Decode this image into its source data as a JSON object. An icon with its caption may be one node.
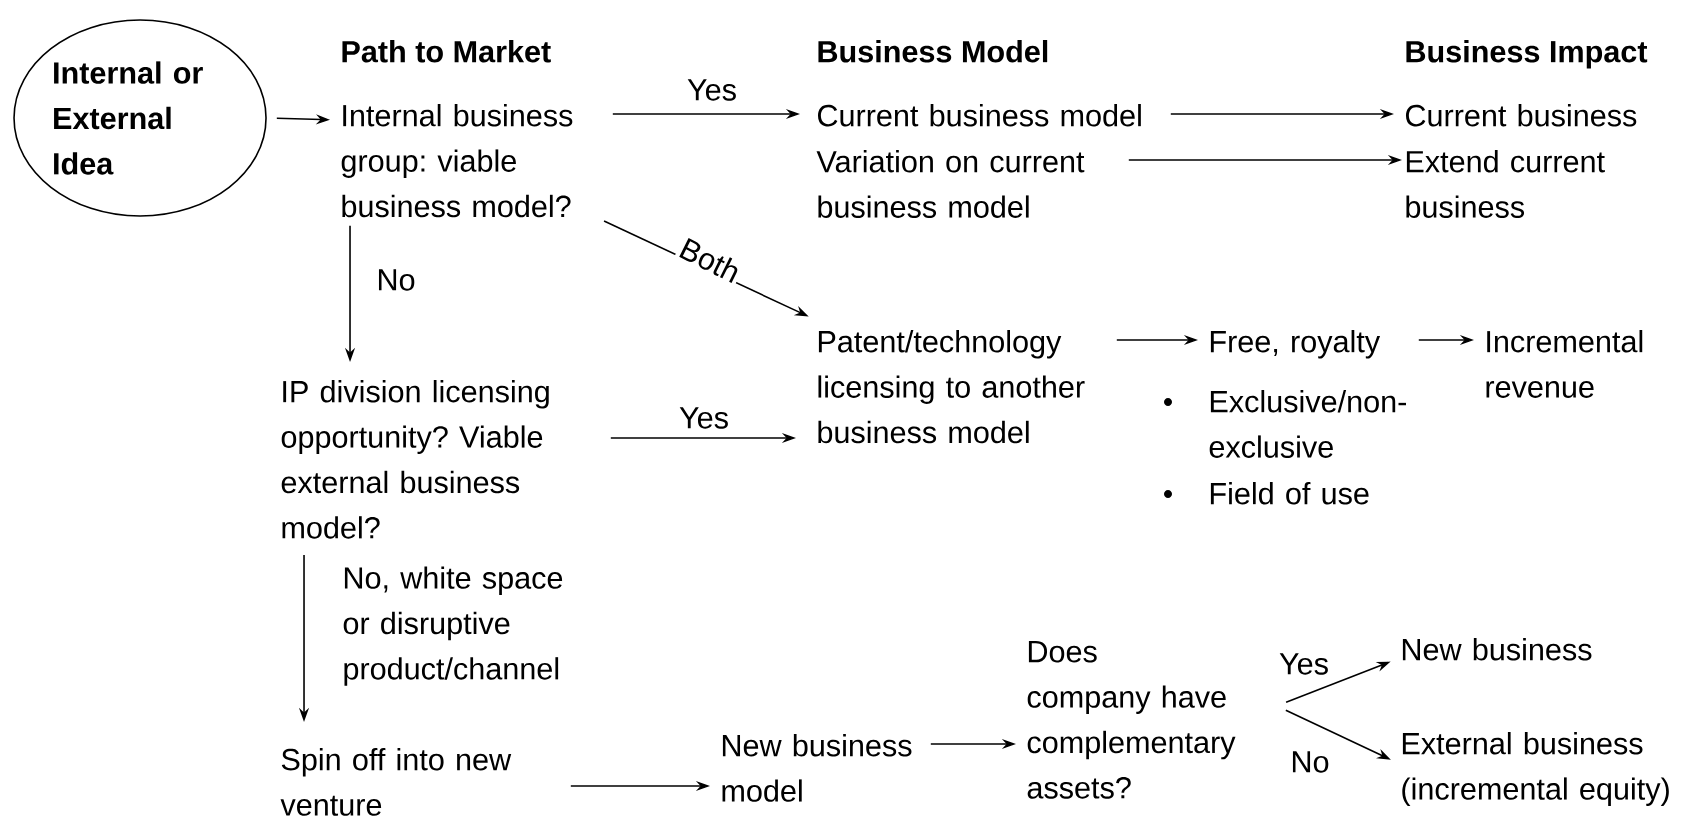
{
  "diagram": {
    "nodes": [
      {
        "text": [
          "Internal or External Idea"
        ]
      },
      {
        "text": [
          "Internal business group: viable business model?"
        ]
      },
      {
        "text": [
          "Current business model"
        ]
      },
      {
        "text": [
          "Variation on current business model"
        ]
      },
      {
        "text": [
          "Current business"
        ]
      },
      {
        "text": [
          "Extend current business"
        ]
      },
      {
        "text": [
          "Patent/technology licensing to another business model"
        ]
      },
      {
        "text": [
          "Free, royalty"
        ]
      },
      {
        "text": [
          "Incremental revenue"
        ]
      },
      {
        "text": [
          "IP division licensing opportunity? Viable external business model?"
        ]
      },
      {
        "text": [
          "Spin off into new venture"
        ]
      },
      {
        "text": [
          "New business model"
        ]
      },
      {
        "text": [
          "Does company have complementary assets?"
        ]
      },
      {
        "text": [
          "New business"
        ]
      },
      {
        "text": [
          "External business (incremental equity)"
        ]
      }
    ],
    "edges": [
      {
        "from": 0,
        "to": 1,
        "arrow": "to"
      },
      {
        "from": 1,
        "to": 2,
        "arrow": "to",
        "label": "Yes"
      },
      {
        "from": 2,
        "to": 4,
        "arrow": "to"
      },
      {
        "from": 3,
        "to": 5,
        "arrow": "to"
      },
      {
        "from": 1,
        "to": 6,
        "arrow": "to",
        "label": "Both"
      },
      {
        "from": 1,
        "to": 9,
        "arrow": "to",
        "label": "No"
      },
      {
        "from": 9,
        "to": 6,
        "arrow": "to",
        "label": "Yes"
      },
      {
        "from": 6,
        "to": 7,
        "arrow": "to"
      },
      {
        "from": 7,
        "to": 8,
        "arrow": "to"
      },
      {
        "from": 9,
        "to": 10,
        "arrow": "to",
        "label": "No, white space or disruptive product/channel"
      },
      {
        "from": 10,
        "to": 11,
        "arrow": "to"
      },
      {
        "from": 11,
        "to": 12,
        "arrow": "to"
      },
      {
        "from": 12,
        "to": 13,
        "arrow": "to",
        "label": "Yes"
      },
      {
        "from": 12,
        "to": 14,
        "arrow": "to",
        "label": "No"
      }
    ],
    "labels": [
      "Path to Market",
      "Business Model",
      "Business Impact",
      "Exclusive/non-exclusive",
      "Field of use"
    ]
  }
}
